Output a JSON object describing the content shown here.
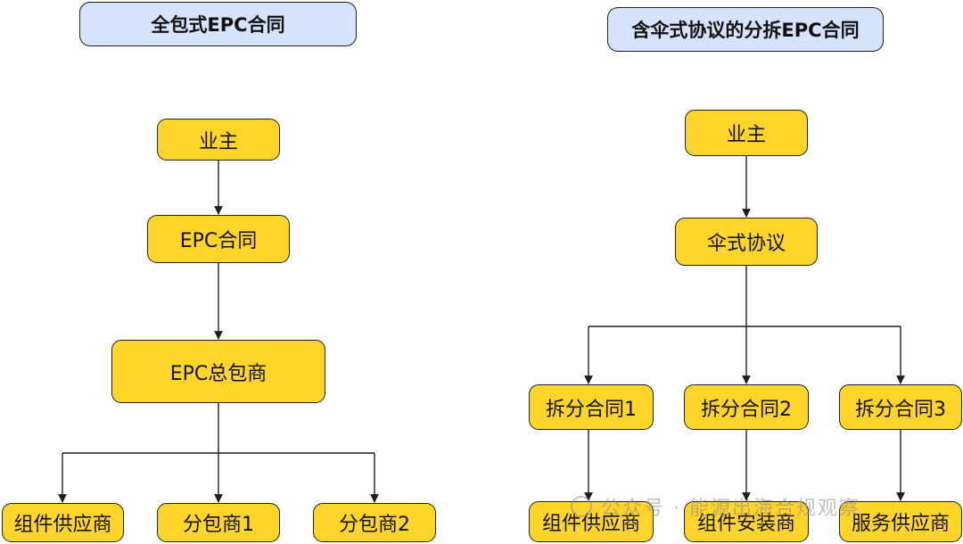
{
  "left": {
    "title": "全包式EPC合同",
    "owner": "业主",
    "epc_contract": "EPC合同",
    "epc_general_contractor": "EPC总包商",
    "module_supplier": "组件供应商",
    "subcontractor_1": "分包商1",
    "subcontractor_2": "分包商2"
  },
  "right": {
    "title": "含伞式协议的分拆EPC合同",
    "owner": "业主",
    "umbrella_agreement": "伞式协议",
    "split_contract_1": "拆分合同1",
    "split_contract_2": "拆分合同2",
    "split_contract_3": "拆分合同3",
    "module_supplier": "组件供应商",
    "module_installer": "组件安装商",
    "service_supplier": "服务供应商"
  },
  "watermark": "公众号 · 能源出海合规观察",
  "colors": {
    "title_fill": "#d5e3fb",
    "node_fill": "#ffd529",
    "border": "#1f1f1f",
    "connector": "#1f1f1f"
  }
}
